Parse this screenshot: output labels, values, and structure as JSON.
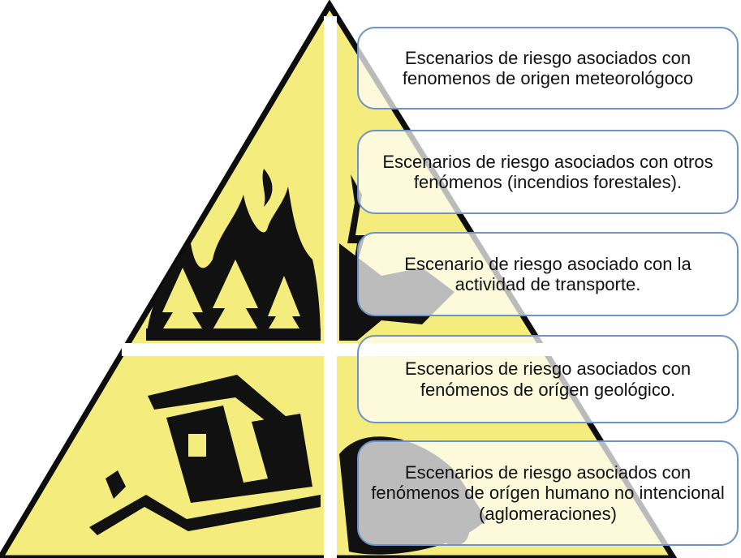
{
  "colors": {
    "sign_yellow": "#f4ec7c",
    "sign_border": "#0d0d0d",
    "box_border": "#6e93c9",
    "icon_fill": "#111111"
  },
  "icons": [
    "forest-fire-icon",
    "lightning-tree-icon",
    "collapsing-house-icon",
    "vehicle-crash-icon"
  ],
  "boxes": [
    {
      "text": "Escenarios de riesgo asociados con fenomenos de origen meteorológoco"
    },
    {
      "text": "Escenarios de riesgo asociados con otros fenómenos (incendios forestales)."
    },
    {
      "text": "Escenario de riesgo asociado con la actividad de transporte."
    },
    {
      "text": "Escenarios de riesgo asociados con fenómenos de orígen geológico."
    },
    {
      "text": "Escenarios de riesgo asociados con fenómenos de orígen humano no intencional (aglomeraciones)"
    }
  ]
}
